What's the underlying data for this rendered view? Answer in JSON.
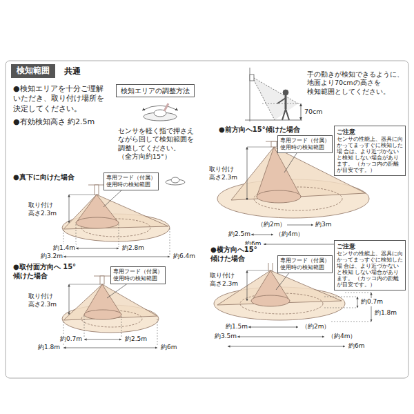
{
  "diagram": {
    "title": "検知範囲",
    "nodes": [
      {
        "text": [
          "検知エリアの調整方法"
        ]
      },
      {
        "text": [
          "専用フード（付属） 使用時の検知範囲"
        ]
      },
      {
        "text": [
          "ご注意",
          "センサの性能上、器具に向 かってまっすぐに検知した場 合は、より近づかないと検知 しない場合があります。 （カッコ内の距離が目安です。）"
        ]
      },
      {
        "text": [
          "専用フード（付属） 使用時の検知範囲"
        ]
      },
      {
        "text": [
          "専用フード（付属） 使用時の検知範囲"
        ]
      },
      {
        "text": [
          "専用フード（付属） 使用時の検知範囲"
        ]
      },
      {
        "text": [
          "ご注意",
          "センサの性能上、器具に向 かってまっすぐに検知した場 合は、より近づかないと検知 しない場合があります。 （カッコ内の距離が目安です。）"
        ]
      }
    ],
    "labels": [
      "共通",
      "●検知エリアを十分ご理解 いただき、取り付け場所を 決定してください。",
      "●有効検知高さ 約2.5m",
      "センサを軽く指で押さえ ながら回して検知範囲を 調整してください。 （全方向約15°）",
      "手の動きが検知できるように、 地面より70cmの高さを 検知範囲としてください。",
      "70cm",
      "●前方向へ15°傾けた場合",
      "取り付け 高さ2.3m",
      "（約2m）",
      "約3m",
      "約2.5m",
      "（約4m）",
      "約6m",
      "約7m",
      "●真下に向けた場合",
      "取り付け 高さ2.3m",
      "約1.4m",
      "約2.8m",
      "約3.2m",
      "約6.4m",
      "●取付面方向へ 15°傾けた場合",
      "取り付け 高さ2.3m",
      "約0.7m",
      "約2.5m",
      "約1.8m",
      "約6m",
      "●横方向へ15° 傾けた場合",
      "取り付け 高さ2.3m",
      "約1.5m",
      "約3.5m",
      "（約2m）",
      "（約4m）",
      "約6m",
      "約0.7m",
      "約1.8m"
    ]
  }
}
